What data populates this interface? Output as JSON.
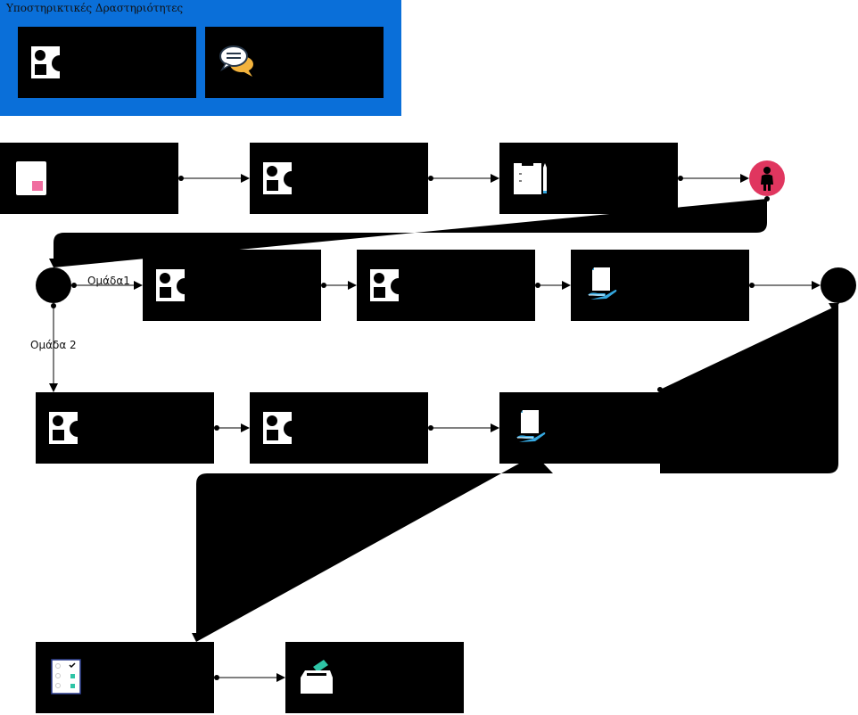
{
  "lane": {
    "title": "Υποστηρικτικές Δραστηριότητες"
  },
  "groups": {
    "group1": "Ομάδα1",
    "group2": "Ομάδα 2"
  },
  "icons": {
    "shapes": "shapes-icon",
    "chat": "chat-bubbles-icon",
    "blank_page": "blank-page-icon",
    "clipboard": "clipboard-pencil-icon",
    "person": "person-icon",
    "hand_document": "hand-document-icon",
    "checklist": "checklist-icon",
    "ballot_box": "ballot-box-icon"
  },
  "colors": {
    "lane": "#0a6fd9",
    "node": "#000000",
    "person_circle": "#e0365f",
    "accent_pink": "#f06ea0",
    "accent_teal": "#2ec4a6",
    "accent_blue": "#35a8e0"
  }
}
